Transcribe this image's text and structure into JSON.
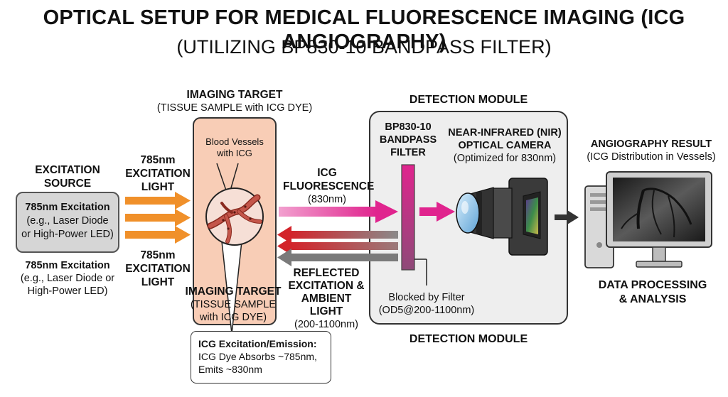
{
  "title": "OPTICAL SETUP FOR MEDICAL FLUORESCENCE IMAGING (ICG ANGIOGRAPHY)",
  "subtitle": "(UTILIZING BP830-10 BANDPASS FILTER)",
  "source": {
    "heading_line1": "EXCITATION",
    "heading_line2": "SOURCE",
    "box_line1": "785nm Excitation",
    "box_line2": "(e.g., Laser Diode",
    "box_line3": "or High-Power LED)",
    "note_line1": "785nm Excitation",
    "note_line2": "(e.g., Laser Diode or",
    "note_line3": "High-Power LED)"
  },
  "excitation_light_top": {
    "line1": "785nm",
    "line2": "EXCITATION",
    "line3": "LIGHT"
  },
  "excitation_light_bottom": {
    "line1": "785nm",
    "line2": "EXCITATION",
    "line3": "LIGHT"
  },
  "target_top": {
    "line1": "IMAGING TARGET",
    "line2": "(TISSUE SAMPLE with ICG DYE)"
  },
  "target_inner": {
    "line1": "Blood Vessels",
    "line2": "with ICG"
  },
  "target_bottom": {
    "line1": "IMAGING TARGET",
    "line2": "(TISSUE SAMPLE",
    "line3": "with ICG DYE)"
  },
  "callout": {
    "line1": "ICG Excitation/Emission:",
    "line2": "ICG Dye Absorbs ~785nm,",
    "line3": "Emits ~830nm"
  },
  "fluorescence": {
    "line1": "ICG",
    "line2": "FLUORESCENCE",
    "line3": "(830nm)"
  },
  "reflected": {
    "line1": "REFLECTED",
    "line2": "EXCITATION &",
    "line3": "AMBIENT LIGHT",
    "line4": "(200-1100nm)"
  },
  "detection_top": "DETECTION MODULE",
  "detection_bottom": "DETECTION MODULE",
  "filter": {
    "line1": "BP830-10",
    "line2": "BANDPASS",
    "line3": "FILTER"
  },
  "blocked": {
    "line1": "Blocked by Filter",
    "line2": "(OD5@200-1100nm)"
  },
  "camera": {
    "line1": "NEAR-INFRARED (NIR)",
    "line2": "OPTICAL CAMERA",
    "line3": "(Optimized for 830nm)"
  },
  "result": {
    "line1": "ANGIOGRAPHY RESULT",
    "line2": "(ICG Distribution in Vessels)"
  },
  "processing": {
    "line1": "DATA PROCESSING",
    "line2": "& ANALYSIS"
  },
  "colors": {
    "excitation": "#f0902a",
    "fluorescence": "#e0248e",
    "reflected_red": "#d3232a",
    "reflected_gray": "#7a7a7a",
    "tissue": "#f8cdb6",
    "filter": "#c83b88",
    "module_bg": "#eeeeee"
  }
}
